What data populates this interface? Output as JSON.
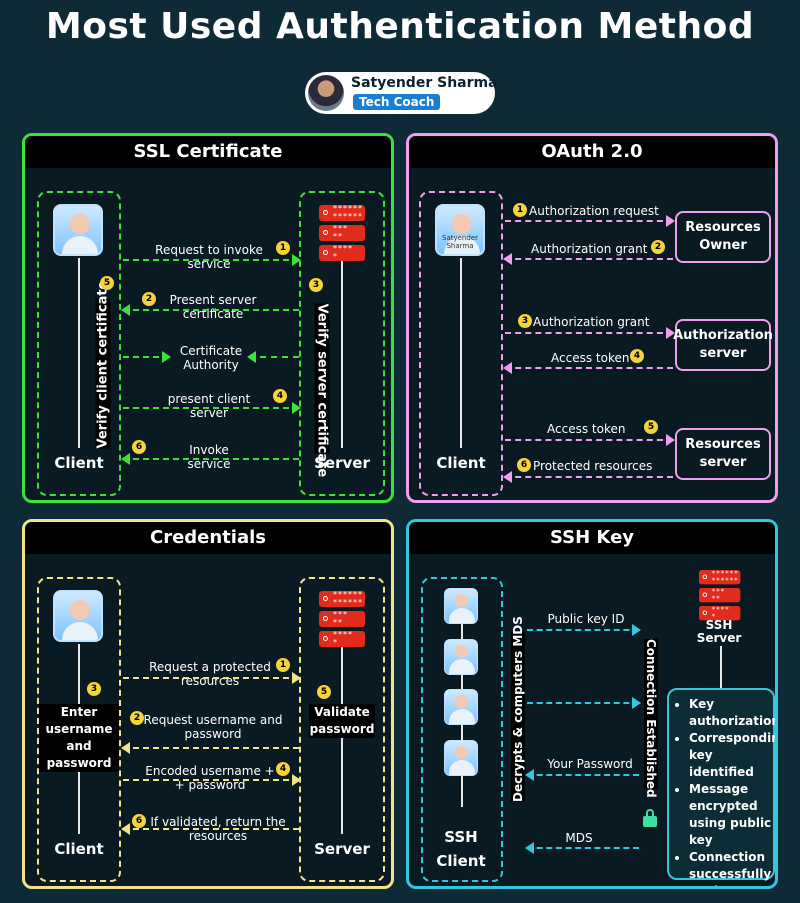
{
  "title": "Most Used Authentication Method",
  "author": {
    "name": "Satyender Sharma",
    "role": "Tech Coach"
  },
  "colors": {
    "ssl": "#3ee03a",
    "oauth": "#f09ff0",
    "cred": "#f2e38a",
    "ssh": "#33c6dd"
  },
  "ssl": {
    "title": "SSL Certificate",
    "client": "Client",
    "server": "Server",
    "verify_client": "Verify client certificate",
    "verify_server": "Verify server certificate",
    "ca": "Certificate\nAuthority",
    "steps": [
      {
        "n": "1",
        "text": "Request to invoke\nservice"
      },
      {
        "n": "2",
        "text": "Present server\ncertificate"
      },
      {
        "n": "3"
      },
      {
        "n": "4",
        "text": "present client\nserver"
      },
      {
        "n": "5"
      },
      {
        "n": "6",
        "text": "Invoke\nservice"
      }
    ]
  },
  "oauth": {
    "title": "OAuth 2.0",
    "client": "Client",
    "avatar_caption": "Satyender\nSharma",
    "resources_owner": "Resources\nOwner",
    "auth_server": "Authorization\nserver",
    "resources_server": "Resources\nserver",
    "steps": [
      {
        "n": "1",
        "text": "Authorization request"
      },
      {
        "n": "2",
        "text": "Authorization grant"
      },
      {
        "n": "3",
        "text": "Authorization grant"
      },
      {
        "n": "4",
        "text": "Access token"
      },
      {
        "n": "5",
        "text": "Access token"
      },
      {
        "n": "6",
        "text": "Protected resources"
      }
    ]
  },
  "cred": {
    "title": "Credentials",
    "client": "Client",
    "server": "Server",
    "enter": "Enter\nusername\nand\npassword",
    "validate": "Validate\npassword",
    "steps": [
      {
        "n": "1",
        "text": "Request a protected\nresources"
      },
      {
        "n": "2",
        "text": "Request username and\npassword"
      },
      {
        "n": "3"
      },
      {
        "n": "4",
        "text": "Encoded username +\n+ password"
      },
      {
        "n": "5"
      },
      {
        "n": "6",
        "text": "If validated, return the\nresources"
      }
    ]
  },
  "ssh": {
    "title": "SSH Key",
    "client": "SSH\nClient",
    "server": "SSH\nServer",
    "decrypts": "Decrypts & computers MDS",
    "connection": "Connection Established",
    "msgs": {
      "pubkey": "Public key ID",
      "password": "Your Password",
      "mds": "MDS"
    },
    "list": [
      "Key authorization",
      "Corresponding key identified",
      "Message encrypted using public key",
      "Connection successfully made"
    ]
  },
  "server_rack": {
    "line1": "******\n******",
    "line2": "***\n**",
    "line3": "****\n*"
  }
}
